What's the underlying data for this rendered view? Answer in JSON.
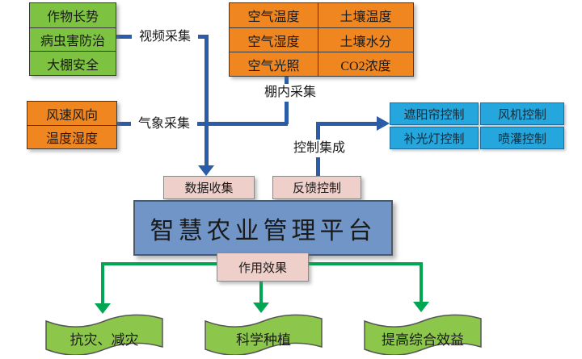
{
  "diagram": {
    "video_group": {
      "items": [
        "作物长势",
        "病虫害防治",
        "大棚安全"
      ],
      "label": "视频采集"
    },
    "weather_group": {
      "items": [
        "风速风向",
        "温度湿度"
      ],
      "label": "气象采集"
    },
    "greenhouse_grid": {
      "rows": [
        [
          "空气温度",
          "土壤温度"
        ],
        [
          "空气湿度",
          "土壤水分"
        ],
        [
          "空气光照",
          "CO2浓度"
        ]
      ],
      "label": "棚内采集"
    },
    "control_grid": {
      "rows": [
        [
          "遮阳帘控制",
          "风机控制"
        ],
        [
          "补光灯控制",
          "喷灌控制"
        ]
      ],
      "label": "控制集成"
    },
    "center": {
      "data_collect": "数据收集",
      "feedback": "反馈控制",
      "platform": "智慧农业管理平台",
      "effect": "作用效果"
    },
    "outcomes": [
      "抗灾、减灾",
      "科学种植",
      "提高综合效益"
    ],
    "colors": {
      "box_green": "#7EC242",
      "box_orange": "#F0861F",
      "box_cyan": "#25A7DE",
      "platform_blue": "#7095C6",
      "box_pink": "#EFCFC9",
      "banner_green": "#8CC74C",
      "connector_blue": "#2B5CA8",
      "connector_green": "#00A651"
    }
  }
}
